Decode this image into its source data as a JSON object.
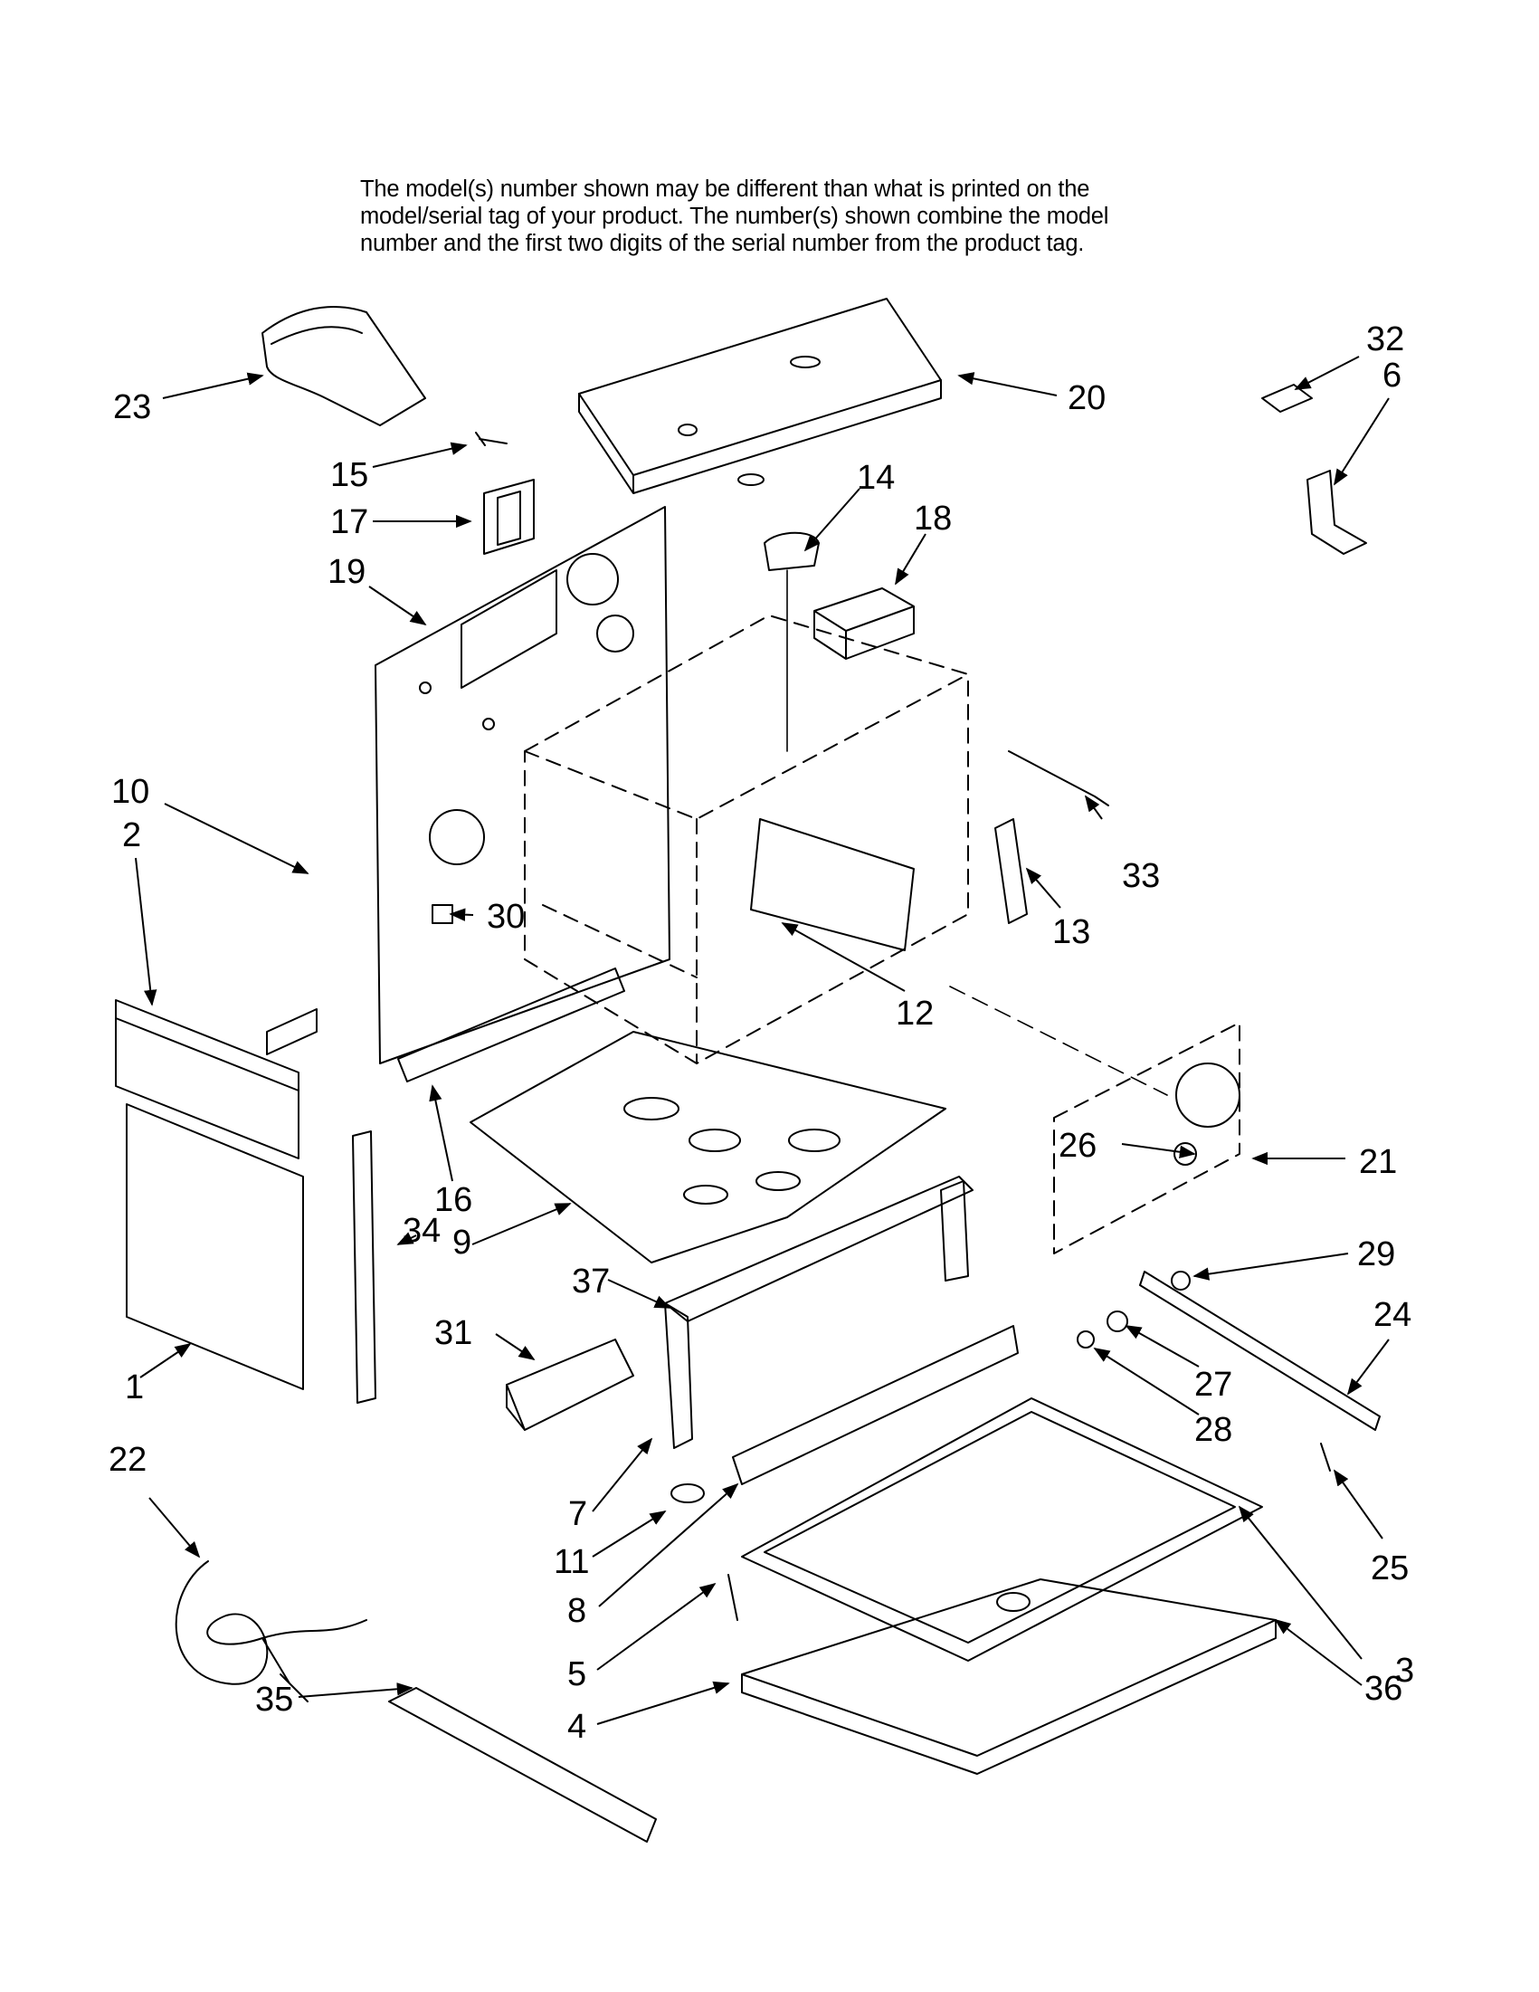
{
  "notice": {
    "line1": "The model(s) number shown may be different than what is printed on the",
    "line2": "model/serial tag of your product. The number(s) shown combine the model",
    "line3": "number and the first two digits of the serial number from the product tag."
  },
  "callouts": [
    "1",
    "2",
    "3",
    "4",
    "5",
    "6",
    "7",
    "8",
    "9",
    "10",
    "11",
    "12",
    "13",
    "14",
    "15",
    "16",
    "17",
    "18",
    "19",
    "20",
    "21",
    "22",
    "23",
    "24",
    "25",
    "26",
    "27",
    "28",
    "29",
    "30",
    "31",
    "32",
    "33",
    "34",
    "35",
    "36",
    "37"
  ]
}
